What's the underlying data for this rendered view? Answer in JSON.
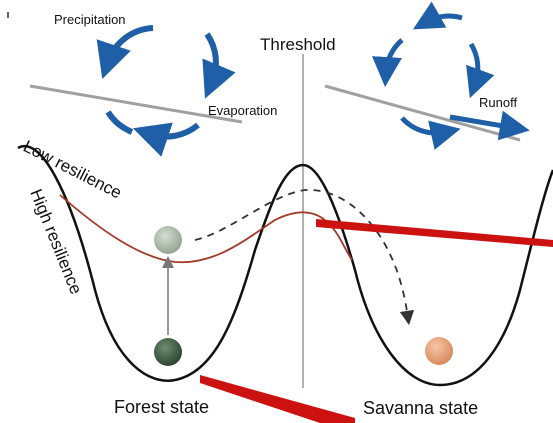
{
  "labels": {
    "threshold": "Threshold",
    "precipitation": "Precipitation",
    "evaporation": "Evaporation",
    "runoff": "Runoff",
    "low_resilience": "Low resilience",
    "high_resilience": "High resilience",
    "forest_state": "Forest state",
    "savanna_state": "Savanna state"
  },
  "colors": {
    "cycle_arrow": "#1f5fa8",
    "ground_line": "#a0a0a0",
    "high_resilience_curve": "#111111",
    "low_resilience_curve": "#a33a2a",
    "forest_ball_high": "#3d5a40",
    "forest_ball_low": "#aab8a8",
    "savanna_ball": "#e8a47c",
    "red_bar": "#cc1111"
  },
  "icons": {
    "forest_cycle": "circular-water-cycle-arrows",
    "savanna_cycle": "circular-water-cycle-arrows-with-runoff"
  }
}
